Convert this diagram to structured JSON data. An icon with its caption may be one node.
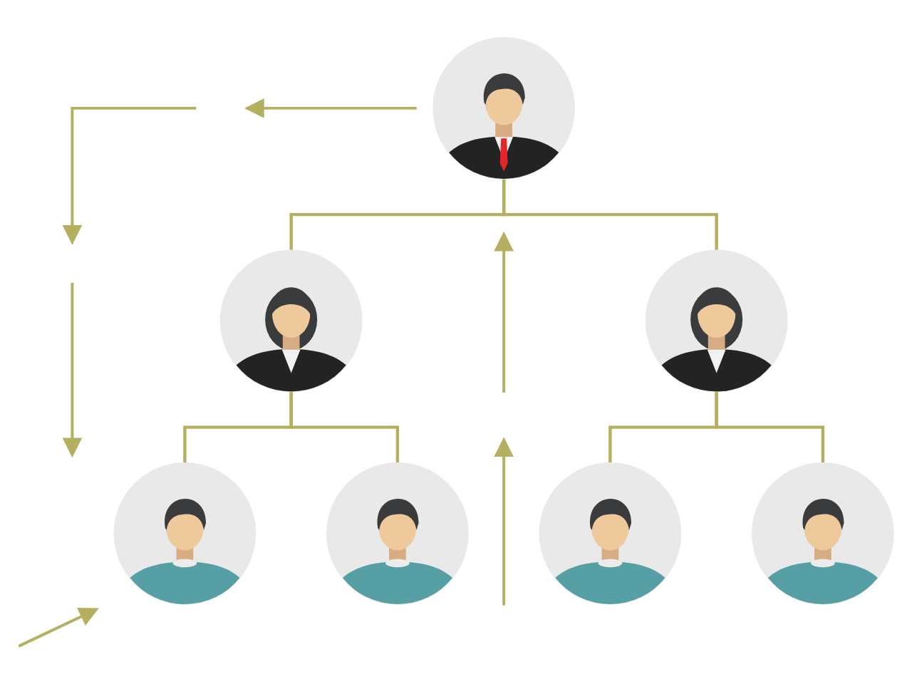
{
  "diagram": {
    "nodes": [
      {
        "text": [],
        "shape": "person"
      },
      {
        "text": [],
        "shape": "person"
      },
      {
        "text": [],
        "shape": "person"
      },
      {
        "text": [],
        "shape": "person"
      },
      {
        "text": [],
        "shape": "person"
      },
      {
        "text": [],
        "shape": "person"
      },
      {
        "text": [],
        "shape": "person"
      }
    ],
    "edges": [
      {
        "from": 0,
        "to": 1,
        "arrow": "none"
      },
      {
        "from": 0,
        "to": 2,
        "arrow": "none"
      },
      {
        "from": 1,
        "to": 3,
        "arrow": "none"
      },
      {
        "from": 1,
        "to": 4,
        "arrow": "none"
      },
      {
        "from": 2,
        "to": 5,
        "arrow": "none"
      },
      {
        "from": 2,
        "to": 6,
        "arrow": "none"
      }
    ]
  }
}
